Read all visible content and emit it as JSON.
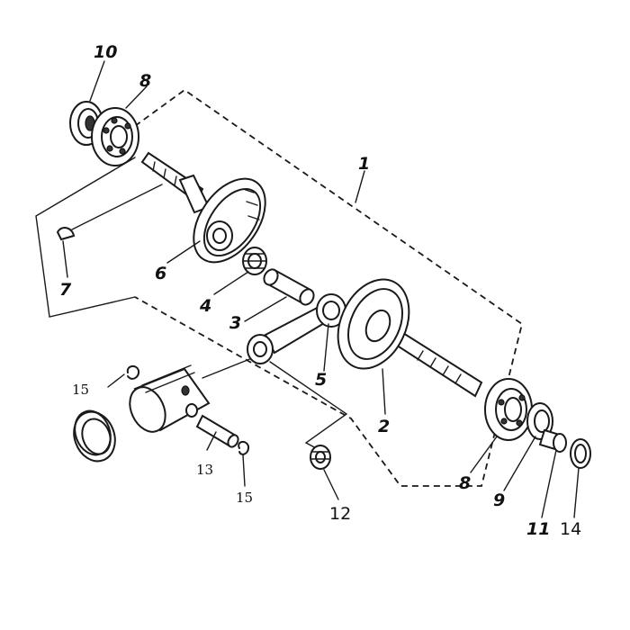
{
  "callouts": {
    "c1": "1",
    "c2": "2",
    "c3": "3",
    "c4": "4",
    "c5": "5",
    "c6": "6",
    "c7": "7",
    "c8_top": "8",
    "c8_bottom": "8",
    "c9": "9",
    "c10": "10",
    "c11": "11",
    "c12": "12",
    "c13": "13",
    "c14": "14",
    "c15_left": "15",
    "c15_bottom": "15"
  }
}
